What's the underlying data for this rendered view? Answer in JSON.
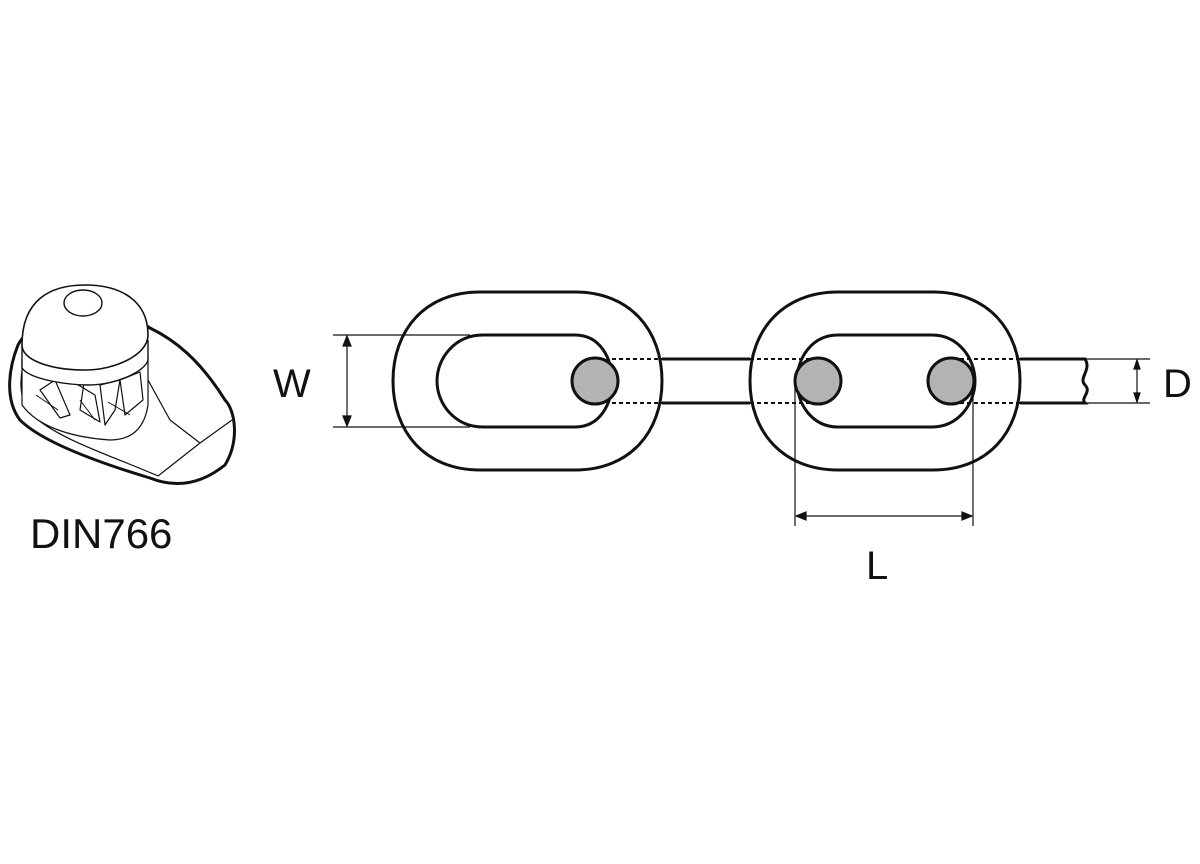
{
  "product": {
    "standard": "DIN766"
  },
  "dimensions": {
    "width_label": "W",
    "diameter_label": "D",
    "length_label": "L"
  },
  "colors": {
    "stroke": "#111111",
    "section_fill": "#b3b3b3"
  }
}
